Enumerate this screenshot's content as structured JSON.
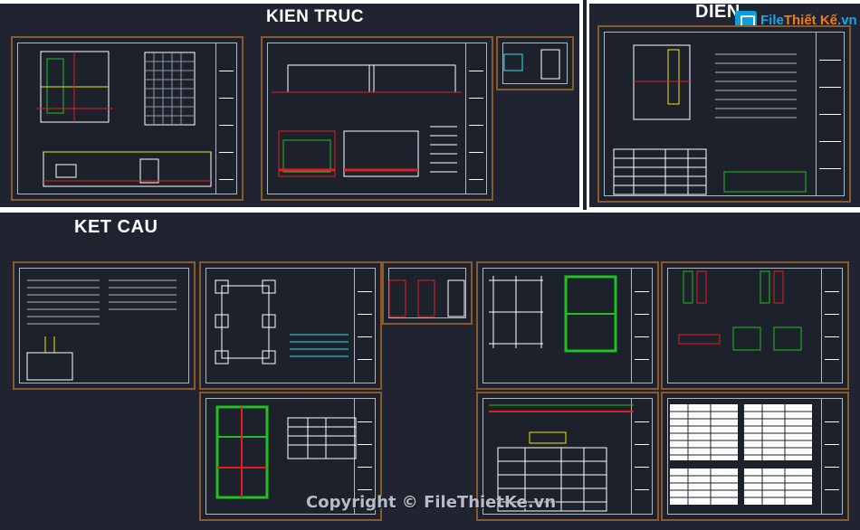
{
  "headings": {
    "kien_truc": "KIEN TRUC",
    "dien": "DIEN",
    "ket_cau": "KET CAU"
  },
  "logo": {
    "brand": "File",
    "brand_accent": "Thiết Kế",
    "domain_suffix": ".vn"
  },
  "watermark": "Copyright © FileThietKe.vn",
  "colors": {
    "background": "#1f2430",
    "sheet_border": "#8a5a2b",
    "line_white": "#ffffff",
    "line_yellow": "#f2e600",
    "line_red": "#e02020",
    "line_green": "#21c021",
    "line_cyan": "#33e0e6",
    "logo_blue": "#19a6ec",
    "logo_orange": "#f07a1c"
  },
  "icons": [
    "logo-file-icon"
  ]
}
